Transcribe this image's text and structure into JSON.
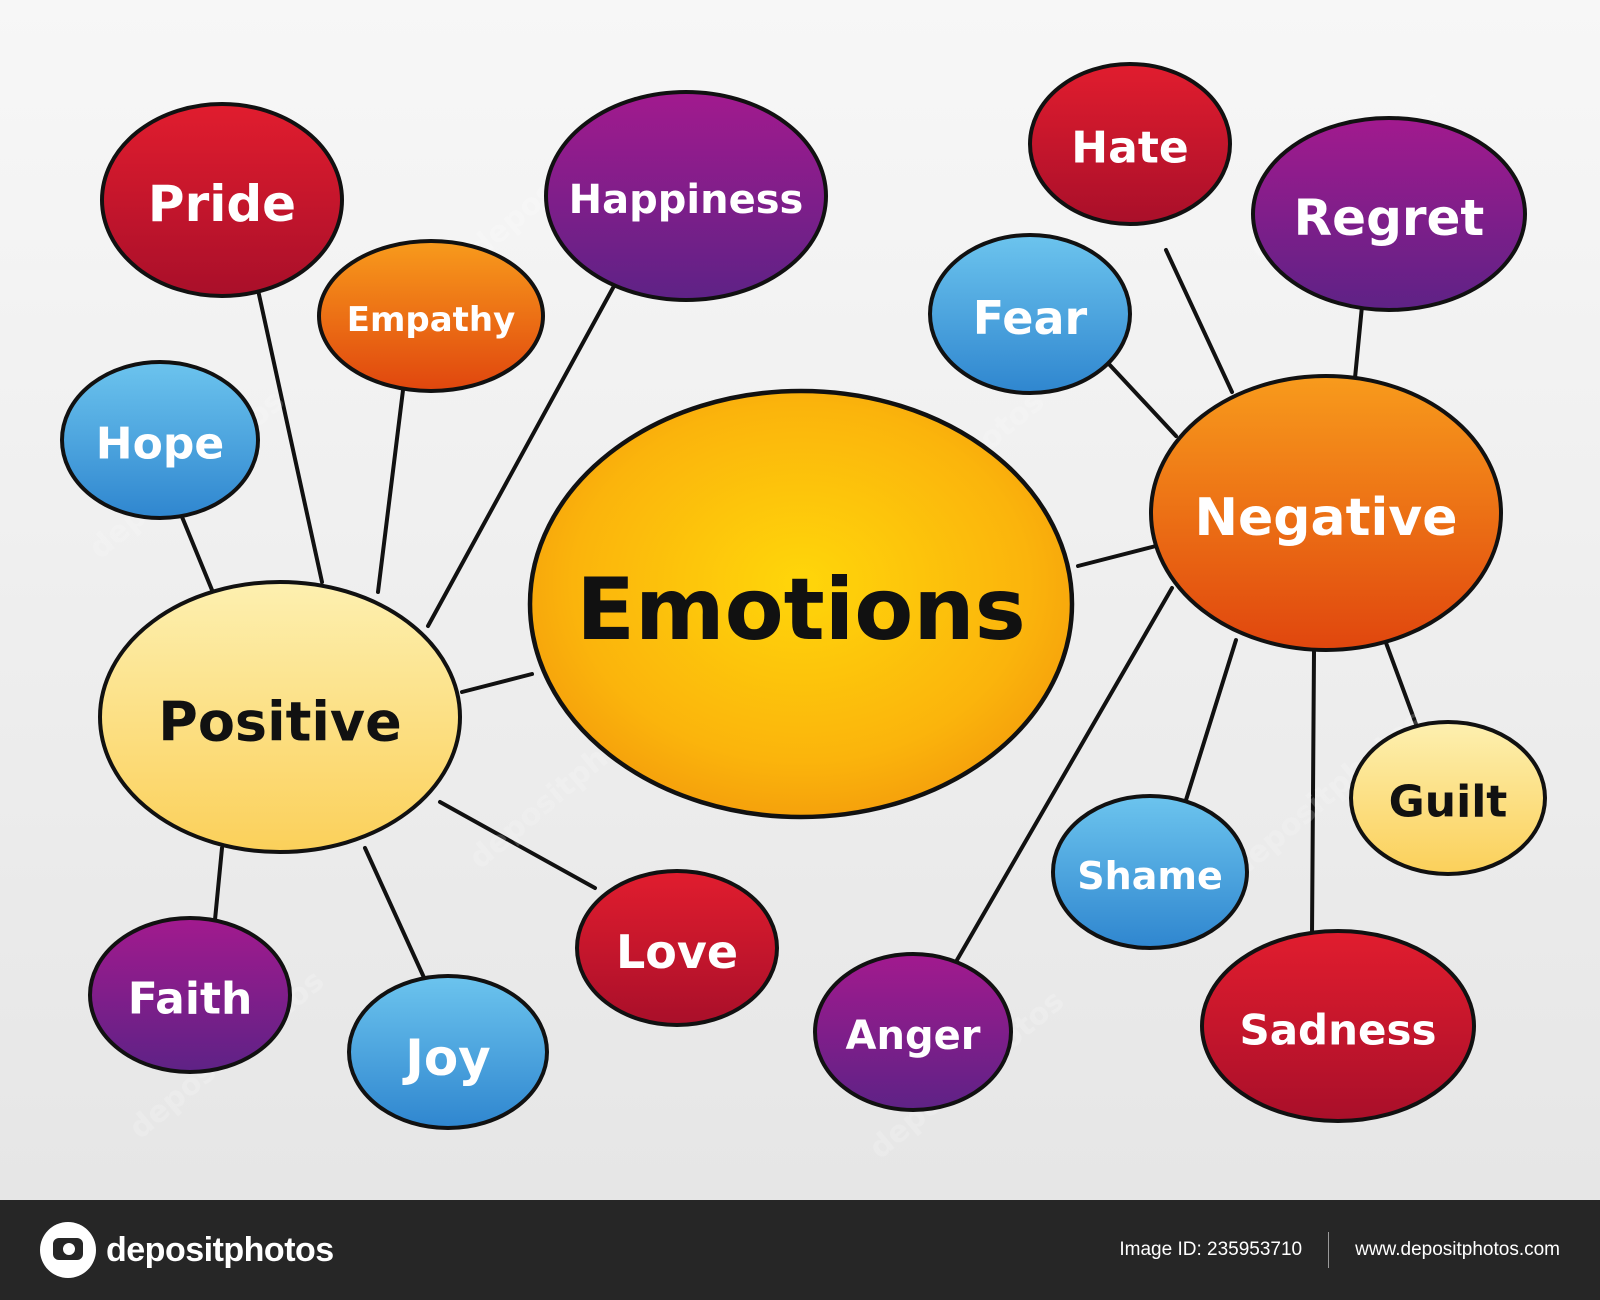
{
  "center": {
    "label": "Emotions"
  },
  "positive_branch": {
    "label": "Positive",
    "children": [
      "Pride",
      "Happiness",
      "Empathy",
      "Hope",
      "Love",
      "Faith",
      "Joy"
    ]
  },
  "negative_branch": {
    "label": "Negative",
    "children": [
      "Hate",
      "Regret",
      "Fear",
      "Guilt",
      "Shame",
      "Sadness",
      "Anger"
    ]
  },
  "node_colors": {
    "red": "#c8102e",
    "purple": "#8a1a7f",
    "orange": "#e85a0c",
    "blue": "#3d9bd6",
    "yellow": "#fcd76a",
    "center": "#f9b00d"
  },
  "footer": {
    "brand": "depositphotos",
    "image_id": "Image ID: 235953710",
    "website": "www.depositphotos.com"
  }
}
